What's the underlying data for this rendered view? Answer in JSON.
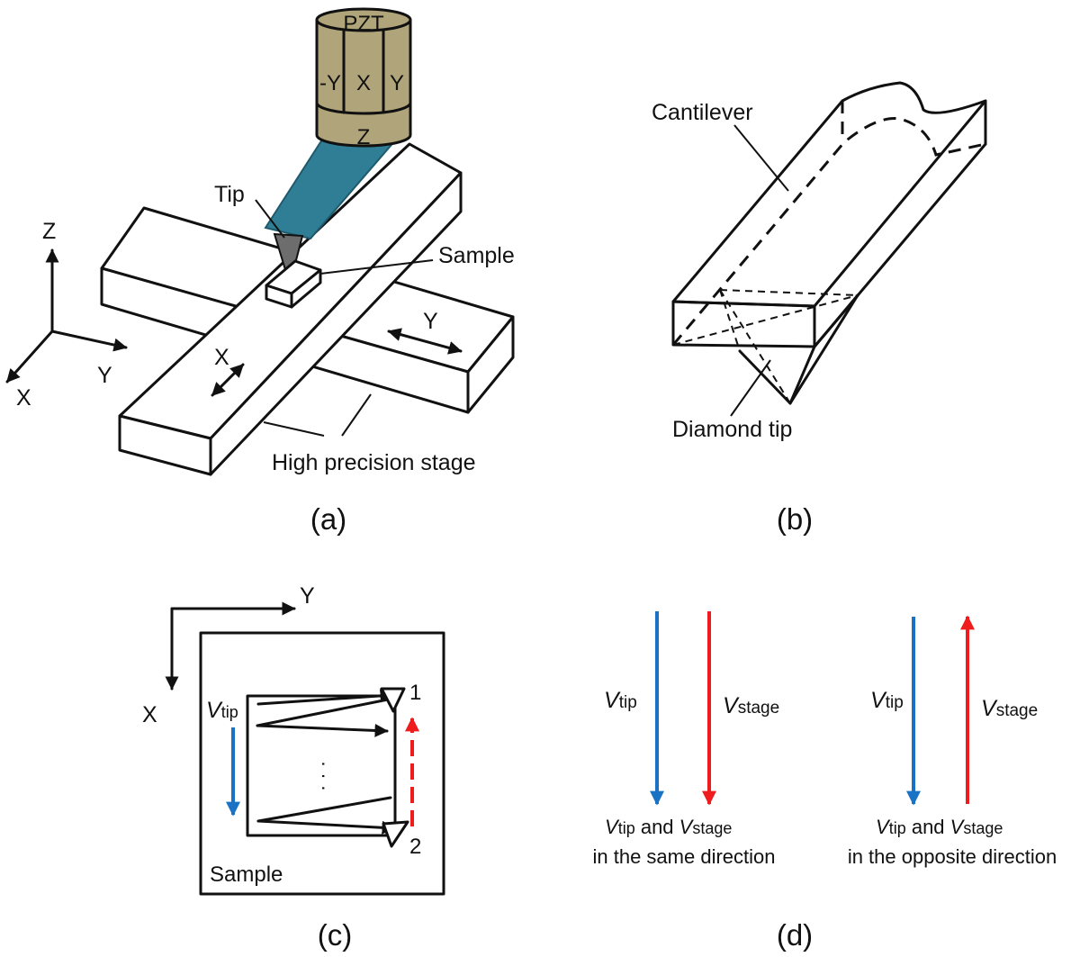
{
  "panel_a": {
    "pzt_label": "PZT",
    "pzt_neg_y": "-Y",
    "pzt_x": "X",
    "pzt_y": "Y",
    "pzt_z": "Z",
    "tip_label": "Tip",
    "sample_label": "Sample",
    "axis_z": "Z",
    "axis_x": "X",
    "axis_y": "Y",
    "stage_x": "X",
    "stage_y": "Y",
    "stage_label": "High precision stage",
    "caption": "(a)",
    "colors": {
      "pzt": "#b0a47a",
      "cantilever": "#2f7e96"
    }
  },
  "panel_b": {
    "cantilever_label": "Cantilever",
    "tip_label": "Diamond tip",
    "caption": "(b)"
  },
  "panel_c": {
    "axis_y": "Y",
    "axis_x": "X",
    "v_main": "V",
    "v_sub": "tip",
    "corner_1": "1",
    "dots": "· · ·",
    "corner_2": "2",
    "sample_label": "Sample",
    "caption": "(c)"
  },
  "panel_d": {
    "v_main": "V",
    "tip_sub": "tip",
    "stage_sub": "stage",
    "and_word": "and",
    "same_direction": "in the same direction",
    "opposite_direction": "in the opposite direction",
    "caption": "(d)",
    "colors": {
      "tip_arrow": "#1a72c4",
      "stage_arrow": "#ee1c1c"
    }
  }
}
